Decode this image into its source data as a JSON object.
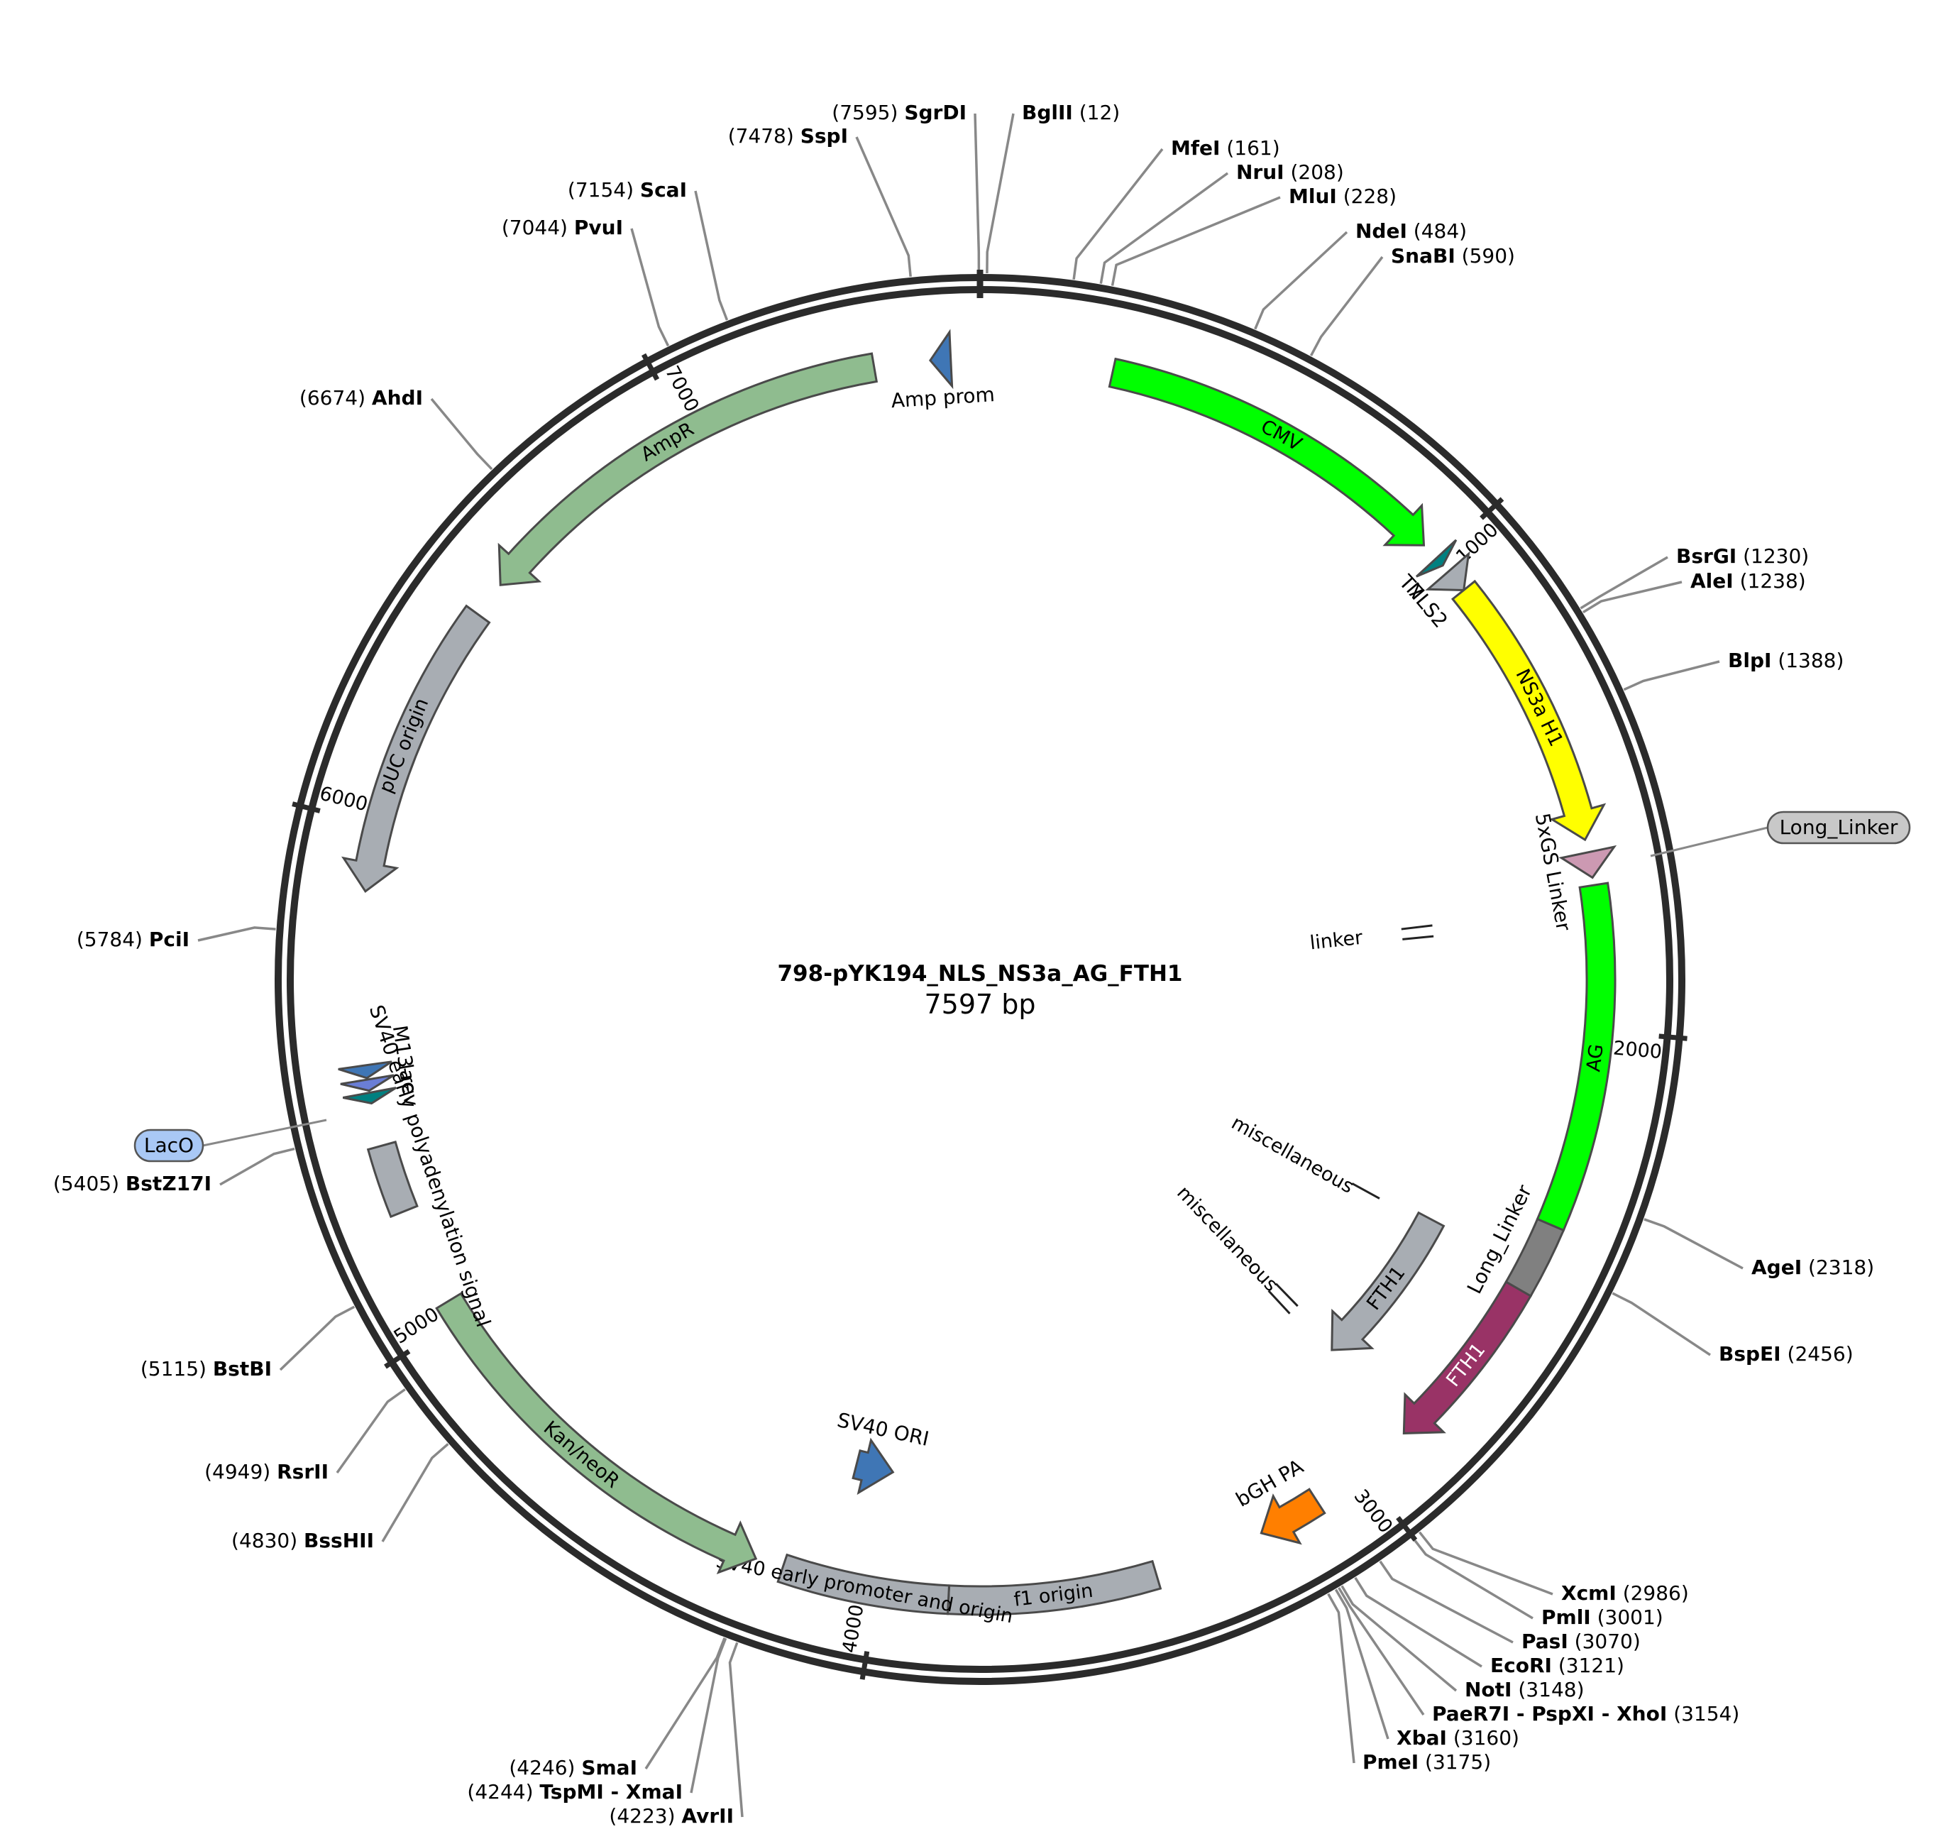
{
  "plasmid": {
    "name": "798-pYK194_NLS_NS3a_AG_FTH1",
    "length_label": "7597 bp",
    "length_bp": 7597
  },
  "ticks": [
    {
      "bp": 1000,
      "label": "1000"
    },
    {
      "bp": 2000,
      "label": "2000"
    },
    {
      "bp": 3000,
      "label": "3000"
    },
    {
      "bp": 4000,
      "label": "4000"
    },
    {
      "bp": 5000,
      "label": "5000"
    },
    {
      "bp": 6000,
      "label": "6000"
    },
    {
      "bp": 7000,
      "label": "7000"
    }
  ],
  "features": [
    {
      "id": "cmv",
      "label": "CMV",
      "start": 260,
      "end": 963,
      "strand": 1,
      "ring": "outer",
      "color": "#00ff00",
      "label_color": "#000000"
    },
    {
      "id": "amp-prom",
      "label": "Amp prom",
      "start": 7500,
      "end": 7540,
      "strand": -1,
      "ring": "outer",
      "color": "#3f76b5",
      "label_color": "#000000"
    },
    {
      "id": "ampr",
      "label": "AmpR",
      "start": 6530,
      "end": 7390,
      "strand": -1,
      "ring": "outer",
      "color": "#8fbc8f",
      "label_color": "#000000"
    },
    {
      "id": "puc-origin",
      "label": "pUC origin",
      "start": 5870,
      "end": 6458,
      "strand": -1,
      "ring": "outer",
      "color": "#a8adb3",
      "label_color": "#000000"
    },
    {
      "id": "t7",
      "label": "T7",
      "start": 998,
      "end": 1017,
      "strand": 1,
      "ring": "outer",
      "color": "#008080",
      "label_color": "#000000"
    },
    {
      "id": "nls2",
      "label": "NLS2",
      "start": 1033,
      "end": 1080,
      "strand": 1,
      "ring": "outer",
      "color": "#a8adb3",
      "label_color": "#000000"
    },
    {
      "id": "ns3a-h1",
      "label": "NS3a H1",
      "start": 1080,
      "end": 1625,
      "strand": 1,
      "ring": "outer",
      "color": "#ffff00",
      "label_color": "#000000"
    },
    {
      "id": "5xgs-linker",
      "label": "5xGS Linker",
      "start": 1650,
      "end": 1700,
      "strand": 1,
      "ring": "outer",
      "color": "#cc99b2",
      "label_color": "#000000"
    },
    {
      "id": "ag",
      "label": "AG",
      "start": 1715,
      "end": 2390,
      "strand": 0,
      "ring": "outer",
      "color": "#00ff00",
      "label_color": "#000000"
    },
    {
      "id": "long-linker-feat",
      "label": "Long_Linker",
      "start": 2390,
      "end": 2530,
      "strand": 0,
      "ring": "outer",
      "color": "#808080",
      "label_color": "#000000"
    },
    {
      "id": "fth1-outer",
      "label": "FTH1",
      "start": 2530,
      "end": 2890,
      "strand": 1,
      "ring": "outer",
      "color": "#993366",
      "label_color": "#ffffff"
    },
    {
      "id": "bgh-pa",
      "label": "bGH PA",
      "start": 3105,
      "end": 3230,
      "strand": 1,
      "ring": "outer",
      "color": "#ff7f00",
      "label_color": "#000000"
    },
    {
      "id": "f1-origin",
      "label": "f1 origin",
      "start": 3450,
      "end": 3860,
      "strand": 0,
      "ring": "outer",
      "color": "#a8adb3",
      "label_color": "#000000"
    },
    {
      "id": "sv40-early-promoter",
      "label": "SV40 early promoter and origin",
      "start": 3860,
      "end": 4190,
      "strand": 0,
      "ring": "outer",
      "color": "#a8adb3",
      "label_color": "#000000"
    },
    {
      "id": "kan-neor",
      "label": "Kan/neoR",
      "start": 4245,
      "end": 5040,
      "strand": -1,
      "ring": "outer",
      "color": "#8fbc8f",
      "label_color": "#000000"
    },
    {
      "id": "sv40-polya",
      "label": "SV40 early polyadenylation signal",
      "start": 5235,
      "end": 5370,
      "strand": 0,
      "ring": "outer",
      "color": "#a8adb3",
      "label_color": "#000000"
    },
    {
      "id": "m13-rev",
      "label": "M13-rev",
      "start": 5505,
      "end": 5530,
      "strand": -1,
      "ring": "outer",
      "color": "#3f76b5",
      "label_color": "#000000"
    },
    {
      "id": "lac",
      "label": "lac",
      "start": 5480,
      "end": 5502,
      "strand": -1,
      "ring": "outer",
      "color": "#6a7ed6",
      "label_color": "#000000"
    },
    {
      "id": "lac-o",
      "label": "",
      "start": 5455,
      "end": 5476,
      "strand": -1,
      "ring": "outer",
      "color": "#008080",
      "label_color": "#000000"
    },
    {
      "id": "fth1-inner",
      "label": "FTH1",
      "start": 2490,
      "end": 2880,
      "strand": 1,
      "ring": "inner",
      "color": "#a8adb3",
      "label_color": "#000000"
    },
    {
      "id": "sv40-ori",
      "label": "SV40 ORI",
      "start": 4010,
      "end": 4100,
      "strand": -1,
      "ring": "inner3",
      "color": "#3f76b5",
      "label_color": "#000000"
    }
  ],
  "misc_marks": [
    {
      "id": "linker",
      "label": "linker"
    },
    {
      "id": "miscellaneous-1",
      "label": "miscellaneous"
    },
    {
      "id": "miscellaneous-2",
      "label": "miscellaneous"
    }
  ],
  "sites": [
    {
      "name": "SgrDI",
      "pos": "(7595)",
      "bp": 7595
    },
    {
      "name": "BglII",
      "pos": "(12)",
      "bp": 12
    },
    {
      "name": "SspI",
      "pos": "(7478)",
      "bp": 7478
    },
    {
      "name": "MfeI",
      "pos": "(161)",
      "bp": 161
    },
    {
      "name": "NruI",
      "pos": "(208)",
      "bp": 208
    },
    {
      "name": "MluI",
      "pos": "(228)",
      "bp": 228
    },
    {
      "name": "ScaI",
      "pos": "(7154)",
      "bp": 7154
    },
    {
      "name": "NdeI",
      "pos": "(484)",
      "bp": 484
    },
    {
      "name": "PvuI",
      "pos": "(7044)",
      "bp": 7044
    },
    {
      "name": "SnaBI",
      "pos": "(590)",
      "bp": 590
    },
    {
      "name": "AhdI",
      "pos": "(6674)",
      "bp": 6674
    },
    {
      "name": "BsrGI",
      "pos": "(1230)",
      "bp": 1230
    },
    {
      "name": "AleI",
      "pos": "(1238)",
      "bp": 1238
    },
    {
      "name": "BlpI",
      "pos": "(1388)",
      "bp": 1388
    },
    {
      "name": "PciI",
      "pos": "(5784)",
      "bp": 5784
    },
    {
      "name": "BstZ17I",
      "pos": "(5405)",
      "bp": 5405
    },
    {
      "name": "AgeI",
      "pos": "(2318)",
      "bp": 2318
    },
    {
      "name": "BspEI",
      "pos": "(2456)",
      "bp": 2456
    },
    {
      "name": "BstBI",
      "pos": "(5115)",
      "bp": 5115
    },
    {
      "name": "RsrII",
      "pos": "(4949)",
      "bp": 4949
    },
    {
      "name": "BssHII",
      "pos": "(4830)",
      "bp": 4830
    },
    {
      "name": "XcmI",
      "pos": "(2986)",
      "bp": 2986
    },
    {
      "name": "PmlI",
      "pos": "(3001)",
      "bp": 3001
    },
    {
      "name": "PasI",
      "pos": "(3070)",
      "bp": 3070
    },
    {
      "name": "EcoRI",
      "pos": "(3121)",
      "bp": 3121
    },
    {
      "name": "NotI",
      "pos": "(3148)",
      "bp": 3148
    },
    {
      "name": "PaeR7I - PspXI - XhoI",
      "pos": "(3154)",
      "bp": 3154
    },
    {
      "name": "XbaI",
      "pos": "(3160)",
      "bp": 3160
    },
    {
      "name": "PmeI",
      "pos": "(3175)",
      "bp": 3175
    },
    {
      "name": "SmaI",
      "pos": "(4246)",
      "bp": 4246
    },
    {
      "name": "TspMI - XmaI",
      "pos": "(4244)",
      "bp": 4244
    },
    {
      "name": "AvrII",
      "pos": "(4223)",
      "bp": 4223
    }
  ],
  "callouts": [
    {
      "id": "long-linker",
      "label": "Long_Linker",
      "color": "#c8c8c8"
    },
    {
      "id": "laco",
      "label": "LacO",
      "color": "#a9c8f5"
    }
  ]
}
